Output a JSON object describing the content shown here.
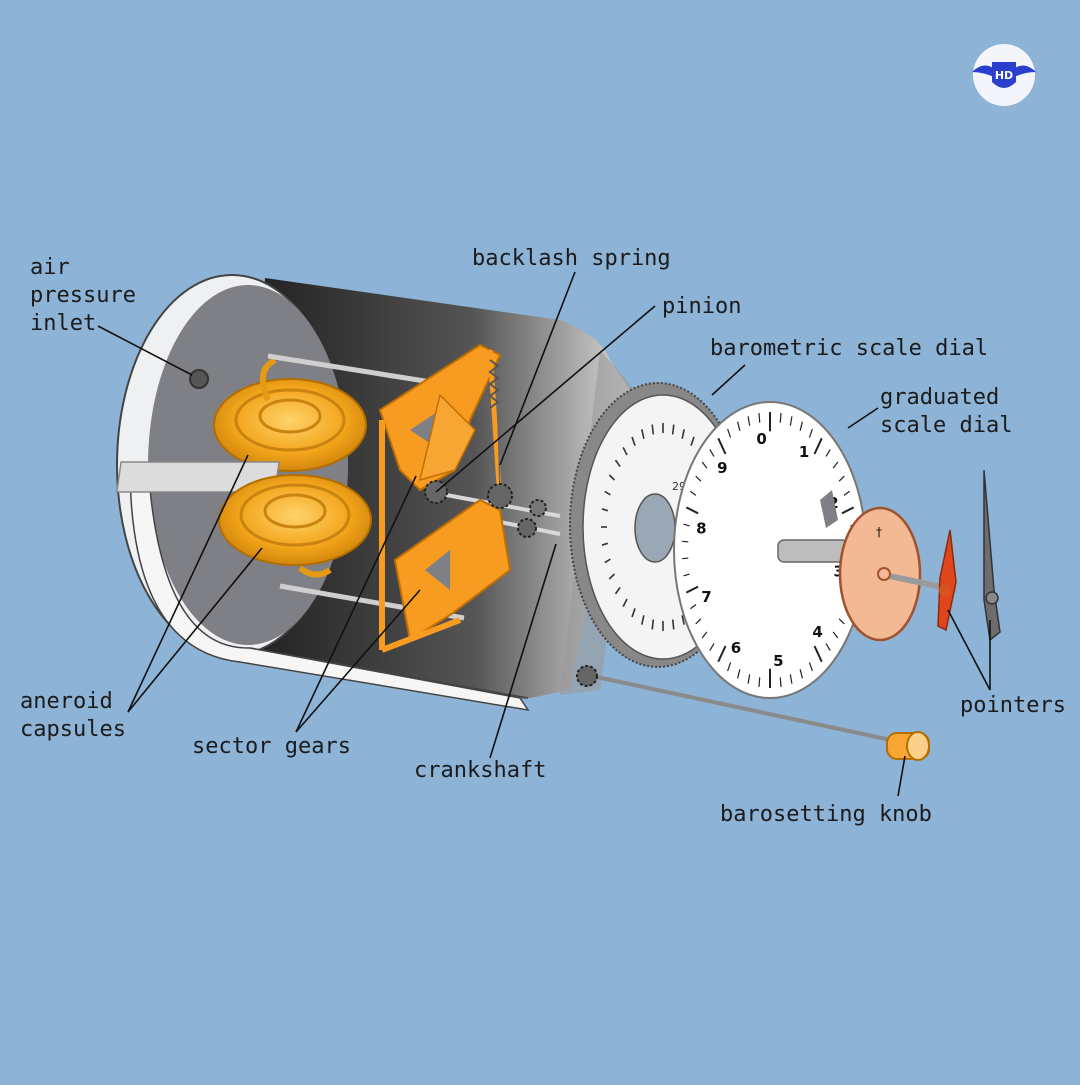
{
  "colors": {
    "background": "#8db3d6",
    "capsule": "#f3a51b",
    "gear": "#f79c21",
    "casing_dark": "#3b3b3b",
    "dial": "#ffffff",
    "subdial": "#f3b994",
    "logo_blue": "#2b3fcf"
  },
  "labels": {
    "air_pressure_inlet": [
      "air",
      "pressure",
      "inlet"
    ],
    "backlash_spring": "backlash spring",
    "pinion": "pinion",
    "barometric_scale_dial": "barometric scale dial",
    "graduated_scale_dial": [
      "graduated",
      "scale dial"
    ],
    "aneroid_capsules": [
      "aneroid",
      "capsules"
    ],
    "sector_gears": "sector gears",
    "crankshaft": "crankshaft",
    "pointers": "pointers",
    "barosetting_knob": "barosetting knob"
  },
  "dial": {
    "numbers": [
      "0",
      "1",
      "2",
      "3",
      "4",
      "5",
      "6",
      "7",
      "8",
      "9"
    ],
    "baro_reading": "29.9"
  },
  "logo": {
    "text": "HD",
    "icon": "winged-shield-logo-icon"
  }
}
